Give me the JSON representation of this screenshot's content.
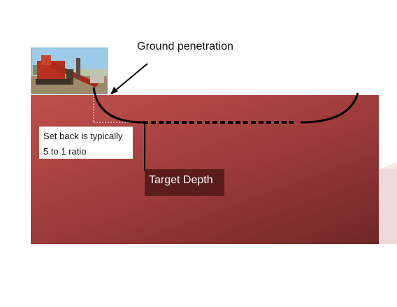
{
  "labels": {
    "ground_penetration": "Ground penetration",
    "setback_line1": "Set back is typically",
    "setback_line2": "5 to 1 ratio",
    "target_depth": "Target Depth"
  },
  "icons": {
    "drill_photo": "drilling-rig-photo",
    "arrow": "arrow-icon"
  },
  "colors": {
    "ground": "#c0504d",
    "ground_dark": "#6f2726",
    "target_box": "#5a1d1c",
    "bore_path": "#000000"
  }
}
